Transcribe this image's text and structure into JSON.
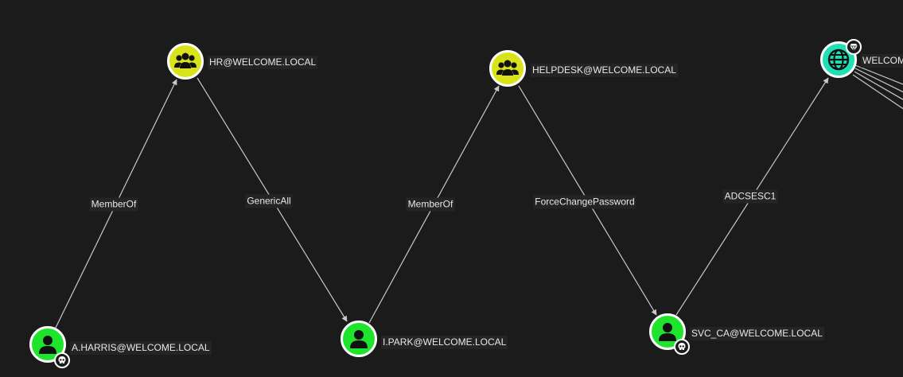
{
  "graph": {
    "background": "#1b1b1c",
    "colors": {
      "user_node": "#1ee52c",
      "group_node": "#d9e31a",
      "domain_node": "#1ee0b4",
      "edge": "#c9c9c9",
      "node_border": "#ffffff"
    },
    "nodes": [
      {
        "label": "A.HARRIS@WELCOME.LOCAL",
        "kind": "user",
        "icon": "user-icon",
        "badge": "skull-icon"
      },
      {
        "label": "HR@WELCOME.LOCAL",
        "kind": "group",
        "icon": "group-icon"
      },
      {
        "label": "I.PARK@WELCOME.LOCAL",
        "kind": "user",
        "icon": "user-icon"
      },
      {
        "label": "HELPDESK@WELCOME.LOCAL",
        "kind": "group",
        "icon": "group-icon"
      },
      {
        "label": "SVC_CA@WELCOME.LOCAL",
        "kind": "user",
        "icon": "user-icon",
        "badge": "skull-icon"
      },
      {
        "label": "WELCOM",
        "kind": "domain",
        "icon": "globe-icon",
        "badge": "gem-icon"
      }
    ],
    "edges": [
      {
        "label": "MemberOf",
        "from": "A.HARRIS@WELCOME.LOCAL",
        "to": "HR@WELCOME.LOCAL"
      },
      {
        "label": "GenericAll",
        "from": "HR@WELCOME.LOCAL",
        "to": "I.PARK@WELCOME.LOCAL"
      },
      {
        "label": "MemberOf",
        "from": "I.PARK@WELCOME.LOCAL",
        "to": "HELPDESK@WELCOME.LOCAL"
      },
      {
        "label": "ForceChangePassword",
        "from": "HELPDESK@WELCOME.LOCAL",
        "to": "SVC_CA@WELCOME.LOCAL"
      },
      {
        "label": "ADCSESC1",
        "from": "SVC_CA@WELCOME.LOCAL",
        "to": "WELCOM"
      }
    ]
  }
}
